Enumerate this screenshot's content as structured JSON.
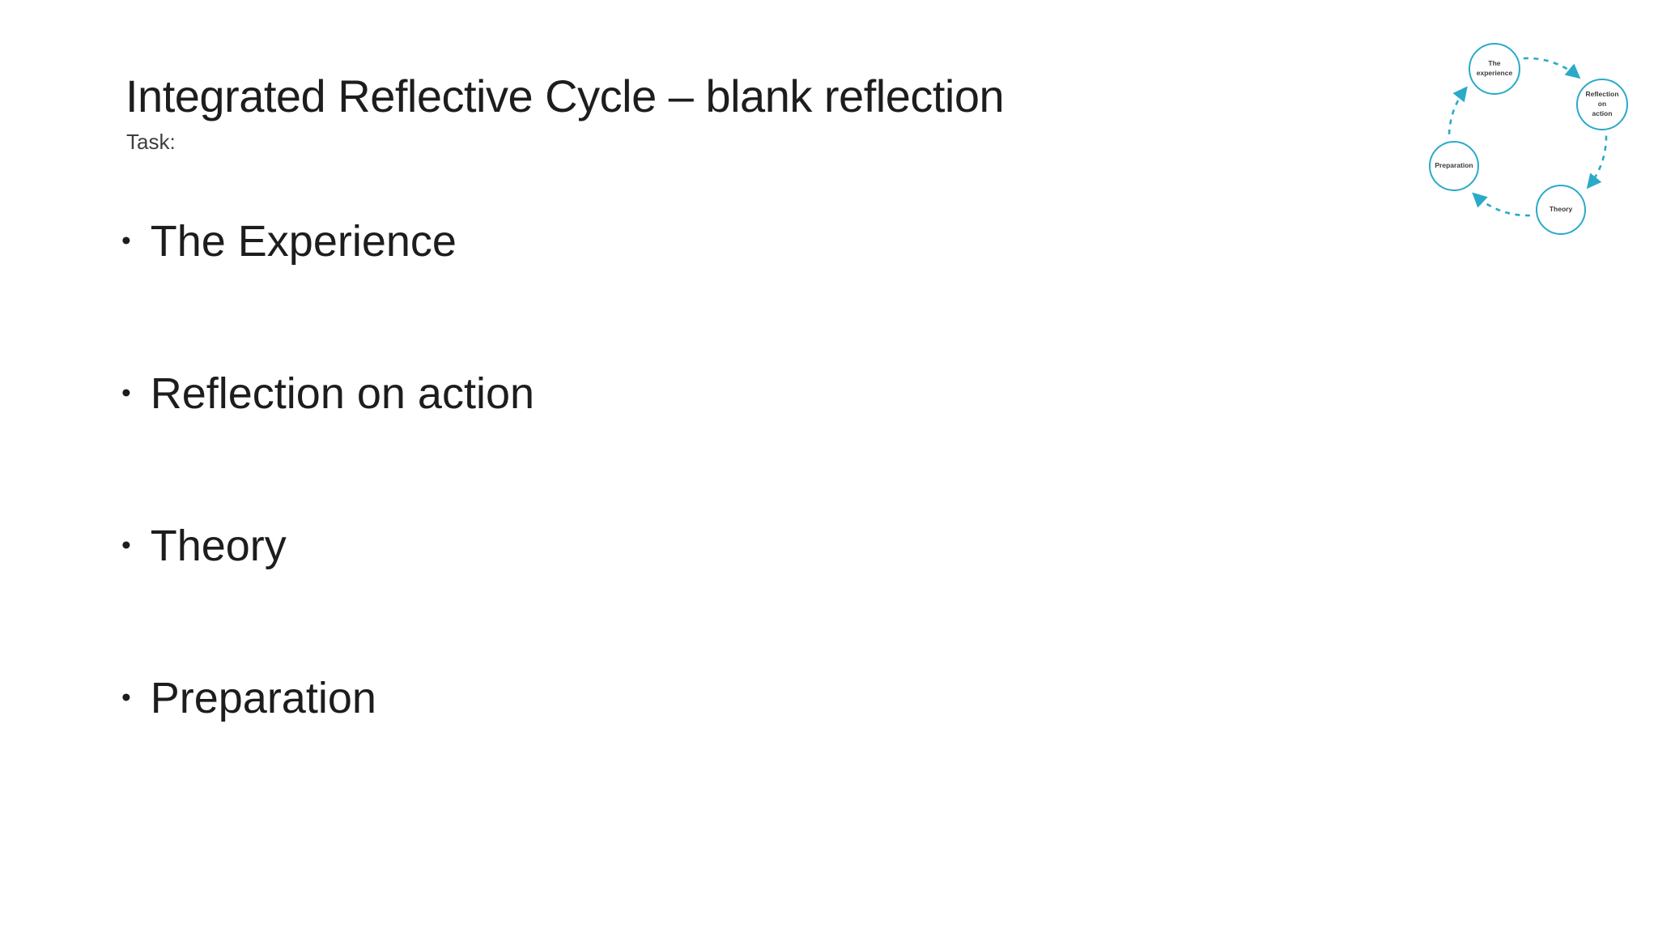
{
  "slide": {
    "title": "Integrated Reflective Cycle – blank reflection",
    "subtitle": "Task:",
    "bullet_char": "•",
    "bullets": [
      "The Experience",
      "Reflection on action",
      "Theory",
      "Preparation"
    ]
  },
  "diagram": {
    "accent_color": "#2aaac8",
    "nodes": {
      "experience": "The\nexperience",
      "reflection": "Reflection\non\naction",
      "theory": "Theory",
      "preparation": "Preparation"
    },
    "flow_order": [
      "The experience",
      "Reflection on action",
      "Theory",
      "Preparation"
    ]
  }
}
